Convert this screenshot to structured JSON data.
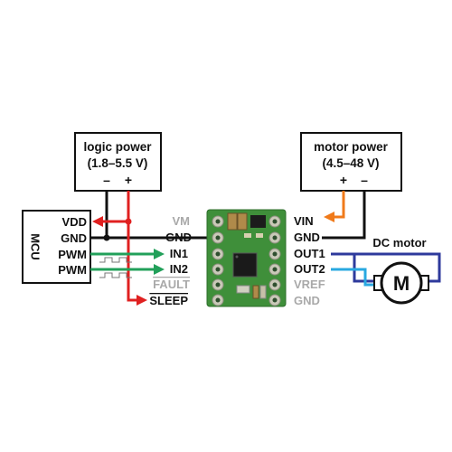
{
  "logic_power": {
    "title": "logic power",
    "range": "(1.8–5.5 V)",
    "minus": "–",
    "plus": "+"
  },
  "motor_power": {
    "title": "motor power",
    "range": "(4.5–48 V)",
    "plus": "+",
    "minus": "–"
  },
  "mcu": {
    "title": "MCU",
    "pins": [
      "VDD",
      "GND",
      "PWM",
      "PWM"
    ]
  },
  "driver": {
    "left_pins": [
      "VM",
      "GND",
      "IN1",
      "IN2",
      "FAULT",
      "SLEEP"
    ],
    "right_pins": [
      "VIN",
      "GND",
      "OUT1",
      "OUT2",
      "VREF",
      "GND"
    ]
  },
  "motor": {
    "title": "DC motor",
    "symbol": "M"
  },
  "colors": {
    "logic_wire": "#e02020",
    "ground_wire": "#111111",
    "signal_wire": "#22a05a",
    "motor_supply_wire": "#f07a1a",
    "out1_wire": "#2e3a9c",
    "out2_wire": "#29a8e0",
    "board": "#3f8f3a",
    "inactive_label": "#a9a9a9"
  }
}
